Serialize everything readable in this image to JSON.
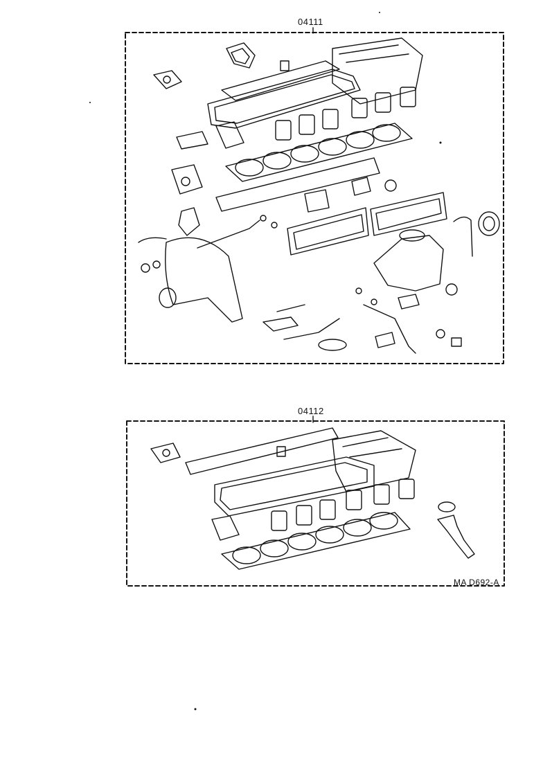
{
  "diagram": {
    "kit_1": {
      "part_number": "04111"
    },
    "kit_2": {
      "part_number": "04112"
    },
    "reference_code": "MA D692-A"
  }
}
